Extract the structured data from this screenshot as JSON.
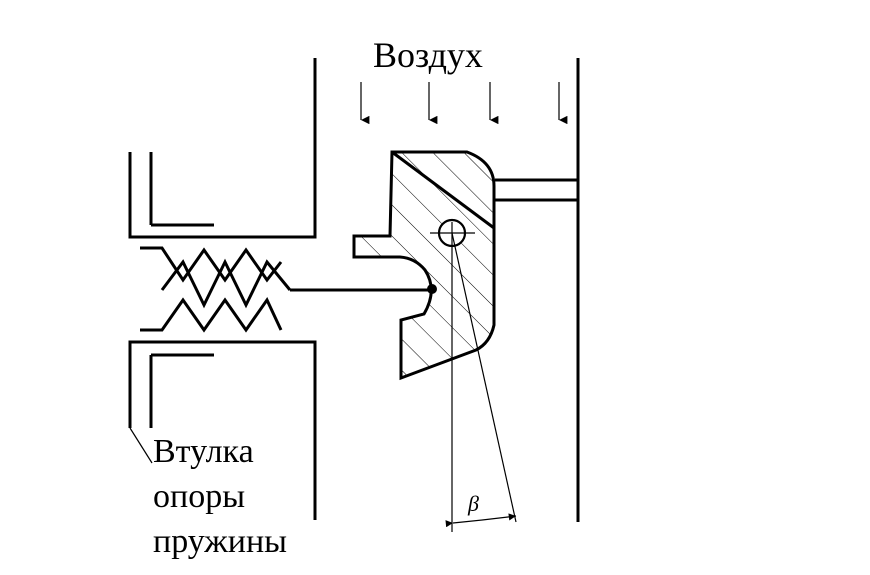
{
  "labels": {
    "air": "Воздух",
    "bushing_line1": "Втулка",
    "bushing_line2": "опоры",
    "bushing_line3": "пружины",
    "angle": "β"
  },
  "colors": {
    "stroke": "#000000",
    "background": "#ffffff"
  }
}
